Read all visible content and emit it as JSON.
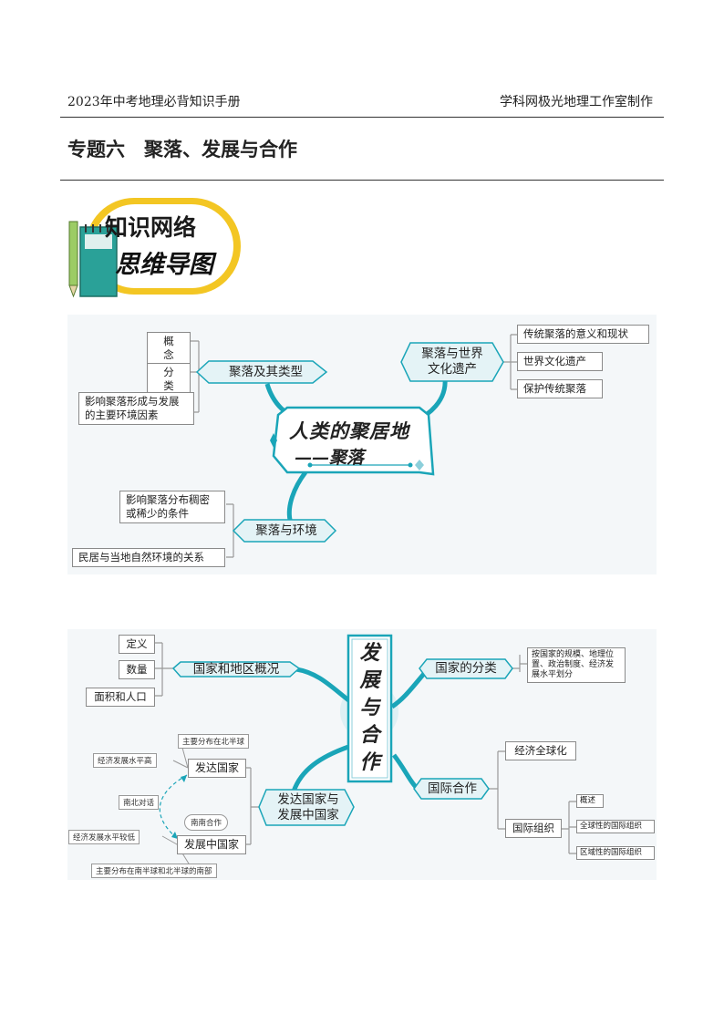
{
  "header": {
    "left": "2023年中考地理必背知识手册",
    "right": "学科网极光地理工作室制作"
  },
  "topic_title": "专题六　聚落、发展与合作",
  "badge": {
    "line1": "知识网络",
    "line2": "思维导图"
  },
  "map1": {
    "center_line1": "人类的聚居地",
    "center_line2": "——聚落",
    "branch_types": {
      "label": "聚落及其类型",
      "leaves": [
        "概　念",
        "分　类",
        "影响聚落形成与发展的主要环境因素"
      ]
    },
    "branch_heritage": {
      "label_line1": "聚落与世界",
      "label_line2": "文化遗产",
      "leaves": [
        "传统聚落的意义和现状",
        "世界文化遗产",
        "保护传统聚落"
      ]
    },
    "branch_env": {
      "label": "聚落与环境",
      "leaves": [
        "影响聚落分布稠密或稀少的条件",
        "民居与当地自然环境的关系"
      ]
    }
  },
  "map2": {
    "center_chars": [
      "发",
      "展",
      "与",
      "合",
      "作"
    ],
    "branch_overview": {
      "label": "国家和地区概况",
      "leaves": [
        "定义",
        "数量",
        "面积和人口"
      ]
    },
    "branch_classify": {
      "label": "国家的分类",
      "leaf": "按国家的规模、地理位置、政治制度、经济发展水平划分"
    },
    "branch_intl": {
      "label": "国际合作",
      "leaves": [
        "经济全球化",
        "国际组织"
      ],
      "org_items": [
        "概述",
        "全球性的国际组织",
        "区域性的国际组织"
      ]
    },
    "branch_dev": {
      "label_line1": "发达国家与",
      "label_line2": "发展中国家",
      "developed": "发达国家",
      "developing": "发展中国家",
      "developed_dist": "主要分布在北半球",
      "developed_econ": "经济发展水平高",
      "north_south": "南北对话",
      "south_south": "南南合作",
      "developing_econ": "经济发展水平较低",
      "developing_dist": "主要分布在南半球和北半球的南部"
    }
  },
  "colors": {
    "accent": "#1aa5b8",
    "branch_fill": "#e4f3f6",
    "badge_yellow": "#f3c623",
    "map_bg": "#f4f7f9"
  }
}
